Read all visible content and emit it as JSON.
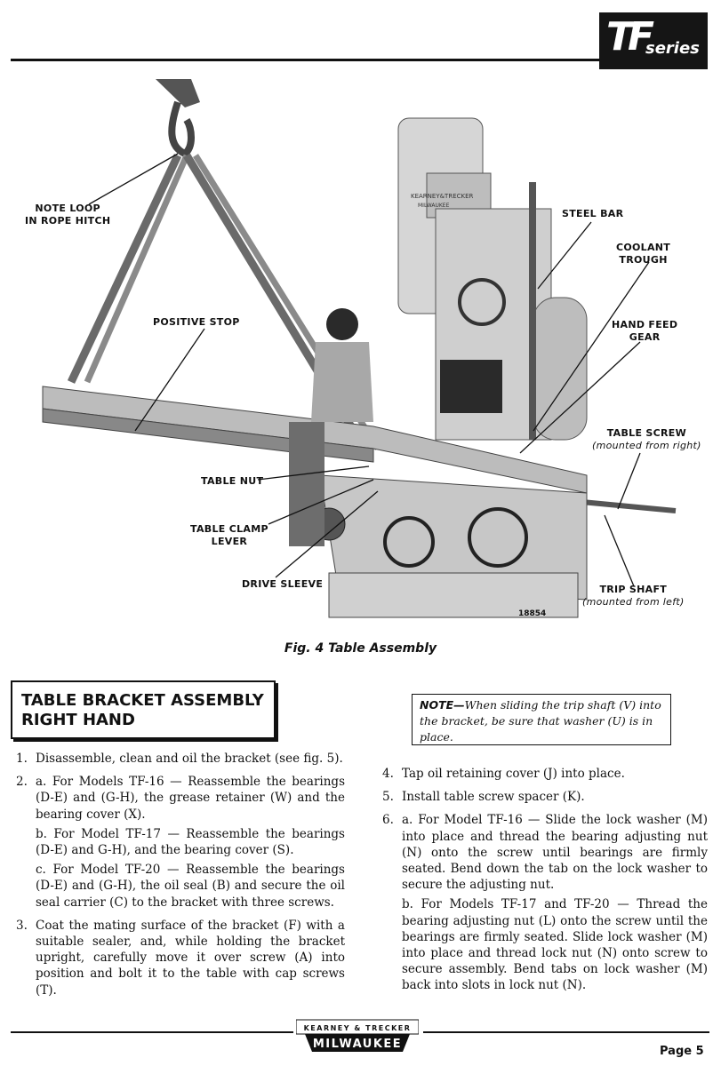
{
  "header": {
    "logo_tf": "TF",
    "logo_series": "series"
  },
  "figure": {
    "callouts": {
      "note_loop": "NOTE LOOP",
      "note_loop_2": "IN ROPE HITCH",
      "steel_bar": "STEEL BAR",
      "coolant_trough": "COOLANT",
      "coolant_trough_2": "TROUGH",
      "positive_stop": "POSITIVE STOP",
      "hand_feed_gear": "HAND FEED",
      "hand_feed_gear_2": "GEAR",
      "table_screw": "TABLE SCREW",
      "table_screw_sub": "(mounted from right)",
      "table_nut": "TABLE NUT",
      "table_clamp_lever": "TABLE CLAMP",
      "table_clamp_lever_2": "LEVER",
      "drive_sleeve": "DRIVE SLEEVE",
      "trip_shaft": "TRIP SHAFT",
      "trip_shaft_sub": "(mounted from left)"
    },
    "photo_number": "18854",
    "nameplate_line1": "KEARNEY&TRECKER",
    "nameplate_line2": "MILWAUKEE",
    "caption": "Fig. 4  Table Assembly"
  },
  "section": {
    "title_line1": "TABLE BRACKET ASSEMBLY",
    "title_line2": "RIGHT HAND"
  },
  "left_column": [
    {
      "num": "1.",
      "text": "Disassemble, clean and oil the bracket (see fig. 5)."
    },
    {
      "num": "2.",
      "text": "a. For Models TF-16 — Reassemble the bearings (D-E) and (G-H), the grease retainer (W) and the bearing cover (X)."
    },
    {
      "num": "",
      "text": "b. For Model TF-17 — Reassemble the bearings (D-E) and G-H), and the bearing cover (S)."
    },
    {
      "num": "",
      "text": "c. For Model TF-20 — Reassemble the bearings (D-E) and (G-H), the oil seal (B) and secure the oil seal carrier (C) to the bracket with three screws."
    },
    {
      "num": "3.",
      "text": "Coat the mating surface of the bracket (F) with a suitable sealer, and, while holding the bracket upright, carefully move it over screw (A) into position and bolt it to the table with cap screws (T)."
    }
  ],
  "note": {
    "label": "NOTE—",
    "text": "When sliding the trip shaft (V) into the bracket, be sure that washer (U) is in place."
  },
  "right_column": [
    {
      "num": "4.",
      "text": "Tap oil retaining cover (J) into place."
    },
    {
      "num": "5.",
      "text": "Install table screw spacer (K)."
    },
    {
      "num": "6.",
      "text": "a. For Model TF-16 — Slide the lock washer (M) into place and thread the bearing adjusting nut (N) onto the screw until bearings are firmly seated. Bend down the tab on the lock washer to secure the adjusting nut."
    },
    {
      "num": "",
      "text": "b. For Models TF-17 and TF-20 — Thread the bearing adjusting nut (L) onto the screw until the bearings are firmly seated. Slide lock washer (M) into place and thread lock nut (N) onto screw to secure assembly. Bend tabs on lock washer (M) back into slots in lock nut (N)."
    }
  ],
  "footer": {
    "logo_top": "KEARNEY & TRECKER",
    "logo_bottom": "MILWAUKEE",
    "page": "Page 5"
  }
}
